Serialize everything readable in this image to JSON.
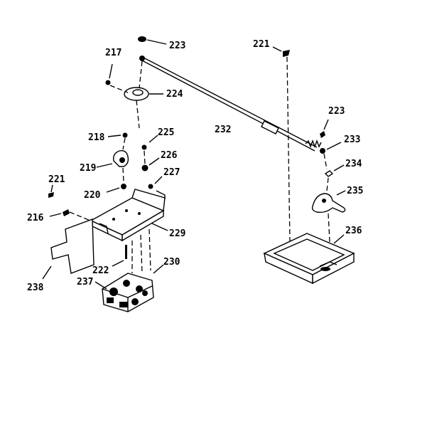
{
  "diagram": {
    "labels": [
      {
        "id": "l223a",
        "text": "223"
      },
      {
        "id": "l217",
        "text": "217"
      },
      {
        "id": "l224",
        "text": "224"
      },
      {
        "id": "l221a",
        "text": "221"
      },
      {
        "id": "l223b",
        "text": "223"
      },
      {
        "id": "l218",
        "text": "218"
      },
      {
        "id": "l225",
        "text": "225"
      },
      {
        "id": "l232",
        "text": "232"
      },
      {
        "id": "l233",
        "text": "233"
      },
      {
        "id": "l219",
        "text": "219"
      },
      {
        "id": "l226",
        "text": "226"
      },
      {
        "id": "l234",
        "text": "234"
      },
      {
        "id": "l221b",
        "text": "221"
      },
      {
        "id": "l227",
        "text": "227"
      },
      {
        "id": "l220",
        "text": "220"
      },
      {
        "id": "l235",
        "text": "235"
      },
      {
        "id": "l216",
        "text": "216"
      },
      {
        "id": "l229",
        "text": "229"
      },
      {
        "id": "l236",
        "text": "236"
      },
      {
        "id": "l230",
        "text": "230"
      },
      {
        "id": "l222",
        "text": "222"
      },
      {
        "id": "l237",
        "text": "237"
      },
      {
        "id": "l238",
        "text": "238"
      }
    ]
  }
}
